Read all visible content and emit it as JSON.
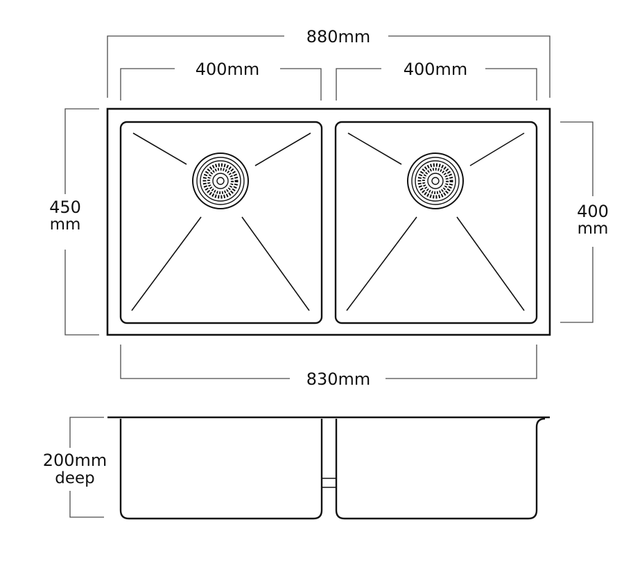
{
  "dimensions": {
    "overall_width": "880mm",
    "bowl_left_width": "400mm",
    "bowl_right_width": "400mm",
    "overall_depth_value": "450",
    "overall_depth_unit": "mm",
    "bowl_depth_value": "400",
    "bowl_depth_unit": "mm",
    "cutout_width": "830mm",
    "bowl_height_value": "200mm",
    "bowl_height_unit": "deep"
  },
  "colors": {
    "line": "#111111",
    "dimension_line": "#4a4a4a",
    "background": "#ffffff"
  }
}
